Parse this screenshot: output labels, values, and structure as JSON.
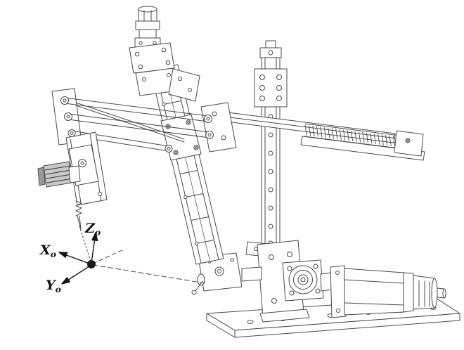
{
  "page": {
    "background": "#ffffff"
  },
  "diagram": {
    "kind": "isometric CAD line drawing of a robotic manipulator assembly",
    "line_color": "#4a4a4a",
    "label_color": "#141414",
    "coordinate_frame": {
      "origin_marker": "filled-dot",
      "axes": [
        {
          "main": "Z",
          "sub": "o"
        },
        {
          "main": "X",
          "sub": "o"
        },
        {
          "main": "Y",
          "sub": "o"
        }
      ]
    }
  }
}
